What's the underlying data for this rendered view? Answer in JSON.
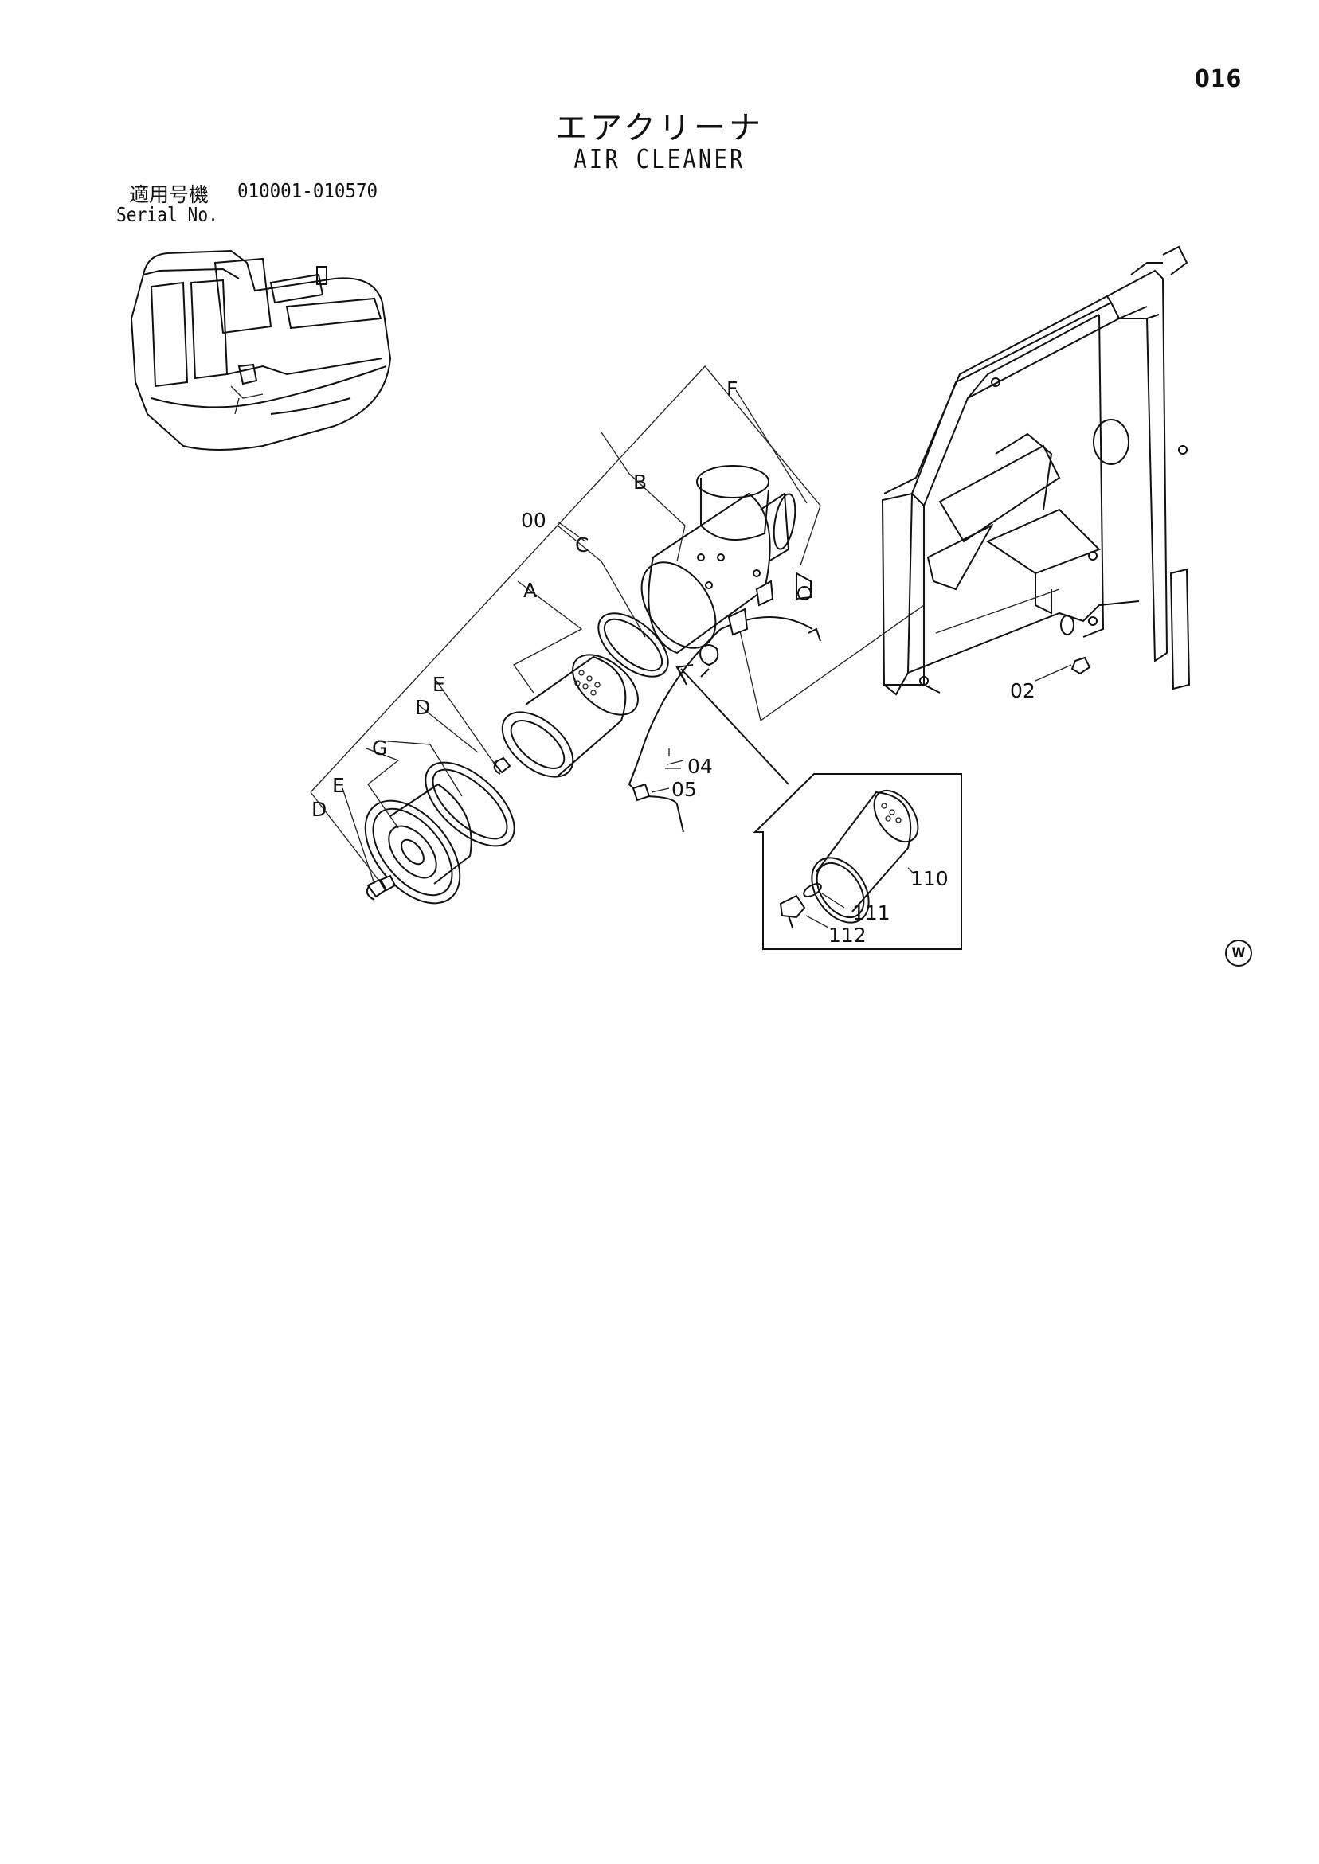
{
  "page": {
    "number": "016",
    "title_jp": "エアクリーナ",
    "title_en": "AIR CLEANER",
    "serial_label_jp": "適用号機",
    "serial_range": "010001-010570",
    "serial_label_en": "Serial No.",
    "mark": "W"
  },
  "callouts": {
    "F": "F",
    "B": "B",
    "C": "C",
    "A": "A",
    "E1": "E",
    "D1": "D",
    "G": "G",
    "E2": "E",
    "D2": "D",
    "p00": "00",
    "p02": "02",
    "p04": "04",
    "p05": "05",
    "p110": "110",
    "p111": "111",
    "p112": "112"
  }
}
